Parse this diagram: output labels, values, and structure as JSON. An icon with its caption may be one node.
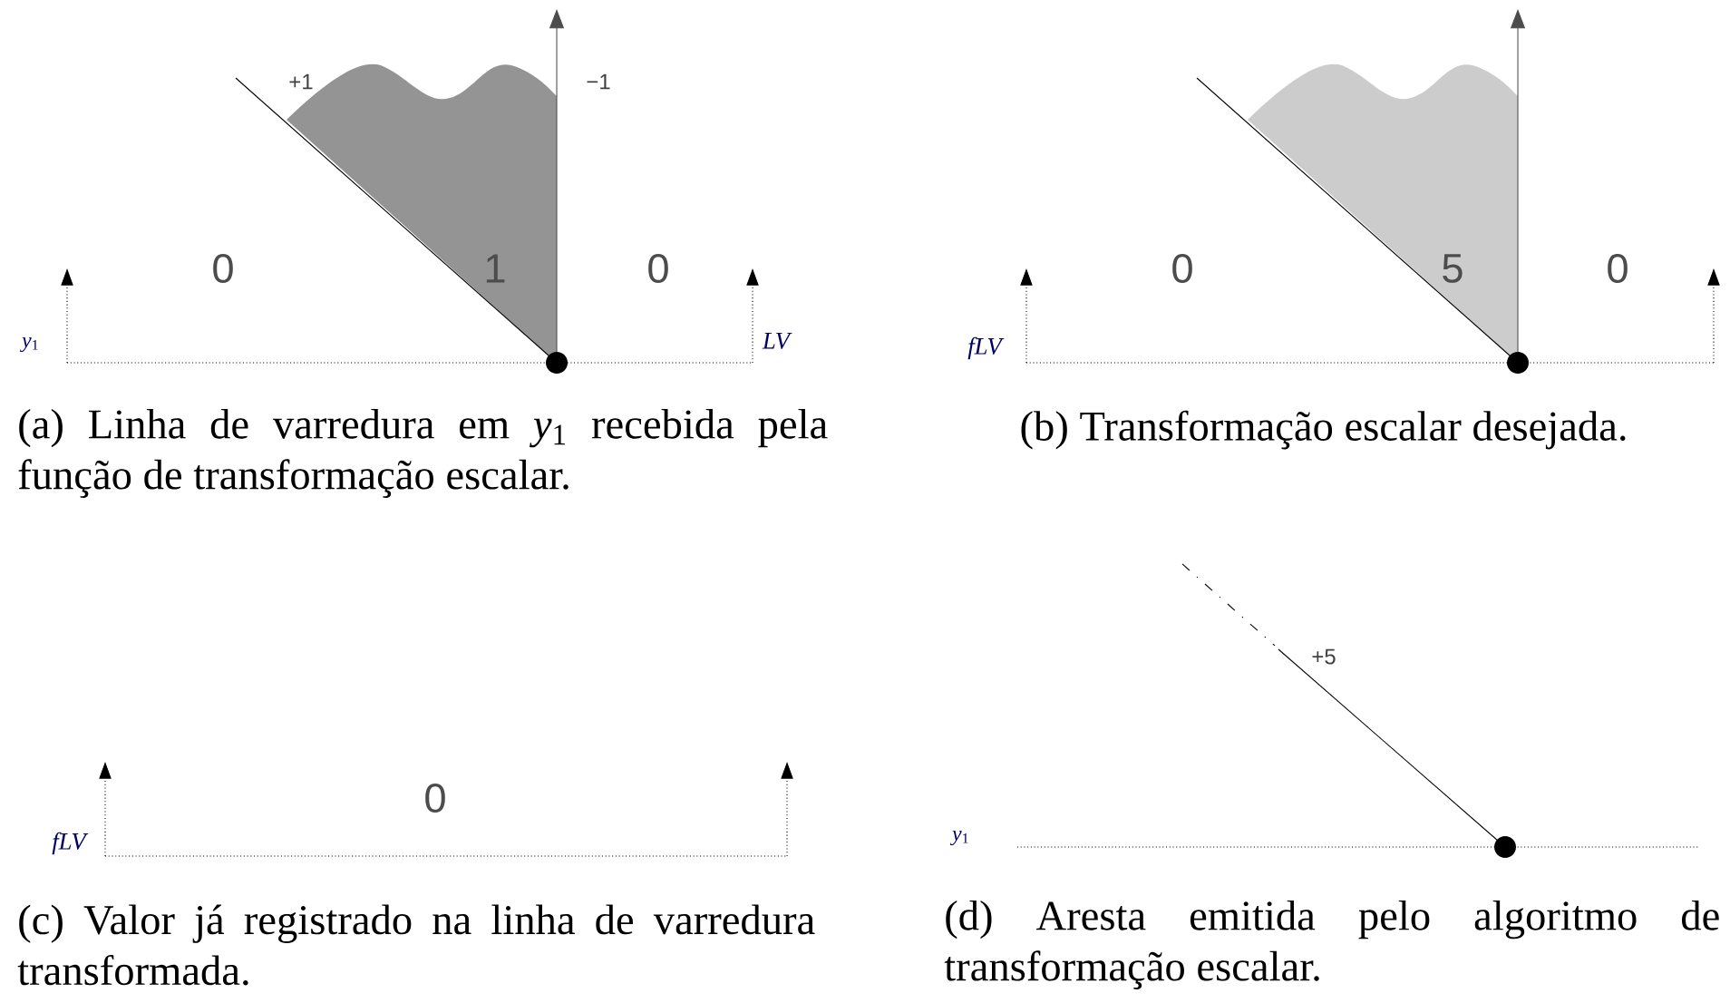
{
  "diagram": {
    "labels": [
      "+1",
      "−1",
      "0",
      "1",
      "0",
      "*y*$_{1}$",
      "LV",
      "(a) Linha de varredura em *y*$_{1}$ recebida pela função de transformação escalar.",
      "0",
      "5",
      "0",
      "fLV",
      "(b) Transformação escalar desejada.",
      "0",
      "fLV",
      "(c) Valor já registrado na linha de varredura transformada.",
      "+5",
      "*y*$_{1}$",
      "(d) Aresta emitida pelo algoritmo de transformação escalar."
    ]
  }
}
